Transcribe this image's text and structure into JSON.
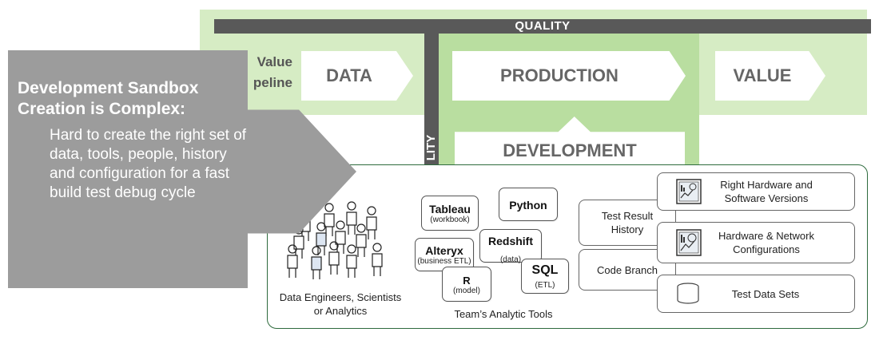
{
  "pipeline": {
    "quality_label": "QUALITY",
    "quality_vertical_label": "LITY",
    "value_pipeline_label": "Value\npeline",
    "data_label": "DATA",
    "production_label": "PRODUCTION",
    "value_label": "VALUE",
    "development_label": "DEVELOPMENT"
  },
  "callout": {
    "title": "Development Sandbox Creation is Complex:",
    "body": "Hard to create the right set of data, tools, people, history and configuration for a fast build test debug cycle"
  },
  "people": {
    "caption": "Data Engineers, Scientists or Analytics"
  },
  "tools": {
    "caption": "Team’s Analytic Tools",
    "tableau": {
      "name": "Tableau",
      "sub": "(workbook)"
    },
    "python": {
      "name": "Python"
    },
    "alteryx": {
      "name": "Alteryx",
      "sub": "(business ETL)"
    },
    "redshift": {
      "name": "Redshift",
      "sub": "(data)"
    },
    "sql": {
      "name": "SQL",
      "sub": "(ETL)"
    },
    "r": {
      "name": "R",
      "sub": "(model)"
    }
  },
  "history": {
    "test_result": "Test Result History",
    "code_branch": "Code Branch"
  },
  "config": {
    "hardware_software": "Right Hardware and Software Versions",
    "hardware_network": "Hardware & Network Configurations",
    "test_data": "Test Data Sets"
  },
  "colors": {
    "light_green": "#d6ecc4",
    "mid_green": "#b9dea0",
    "dark_grey_bar": "#595959",
    "callout_grey": "#9c9c9c",
    "panel_border": "#2e6b3d"
  },
  "icons": [
    "people-icon",
    "dashboard-icon",
    "network-config-icon",
    "database-icon"
  ]
}
